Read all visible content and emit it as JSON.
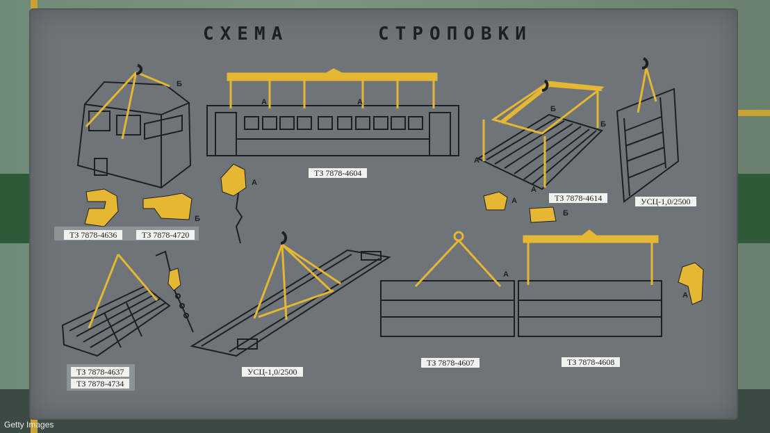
{
  "title_word_1": "СХЕМА",
  "title_word_2": "СТРОПОВКИ",
  "labels": {
    "tz_4604": "ТЗ 7878-4604",
    "tz_4614": "ТЗ 7878-4614",
    "usc_top": "УСЦ-1,0/2500",
    "tz_4636": "ТЗ 7878-4636",
    "tz_4720": "ТЗ 7878-4720",
    "tz_4637": "ТЗ 7878-4637",
    "tz_4734": "ТЗ 7878-4734",
    "usc_bottom": "УСЦ-1,0/2500",
    "tz_4607": "ТЗ 7878-4607",
    "tz_4608": "ТЗ 7878-4608"
  },
  "markers": {
    "a": "А",
    "b": "Б"
  },
  "watermark": "Getty Images",
  "colors": {
    "board": "#6f7478",
    "yellow": "#e6b732",
    "line": "#1d1f22",
    "label_bg": "#f2f2ee"
  }
}
